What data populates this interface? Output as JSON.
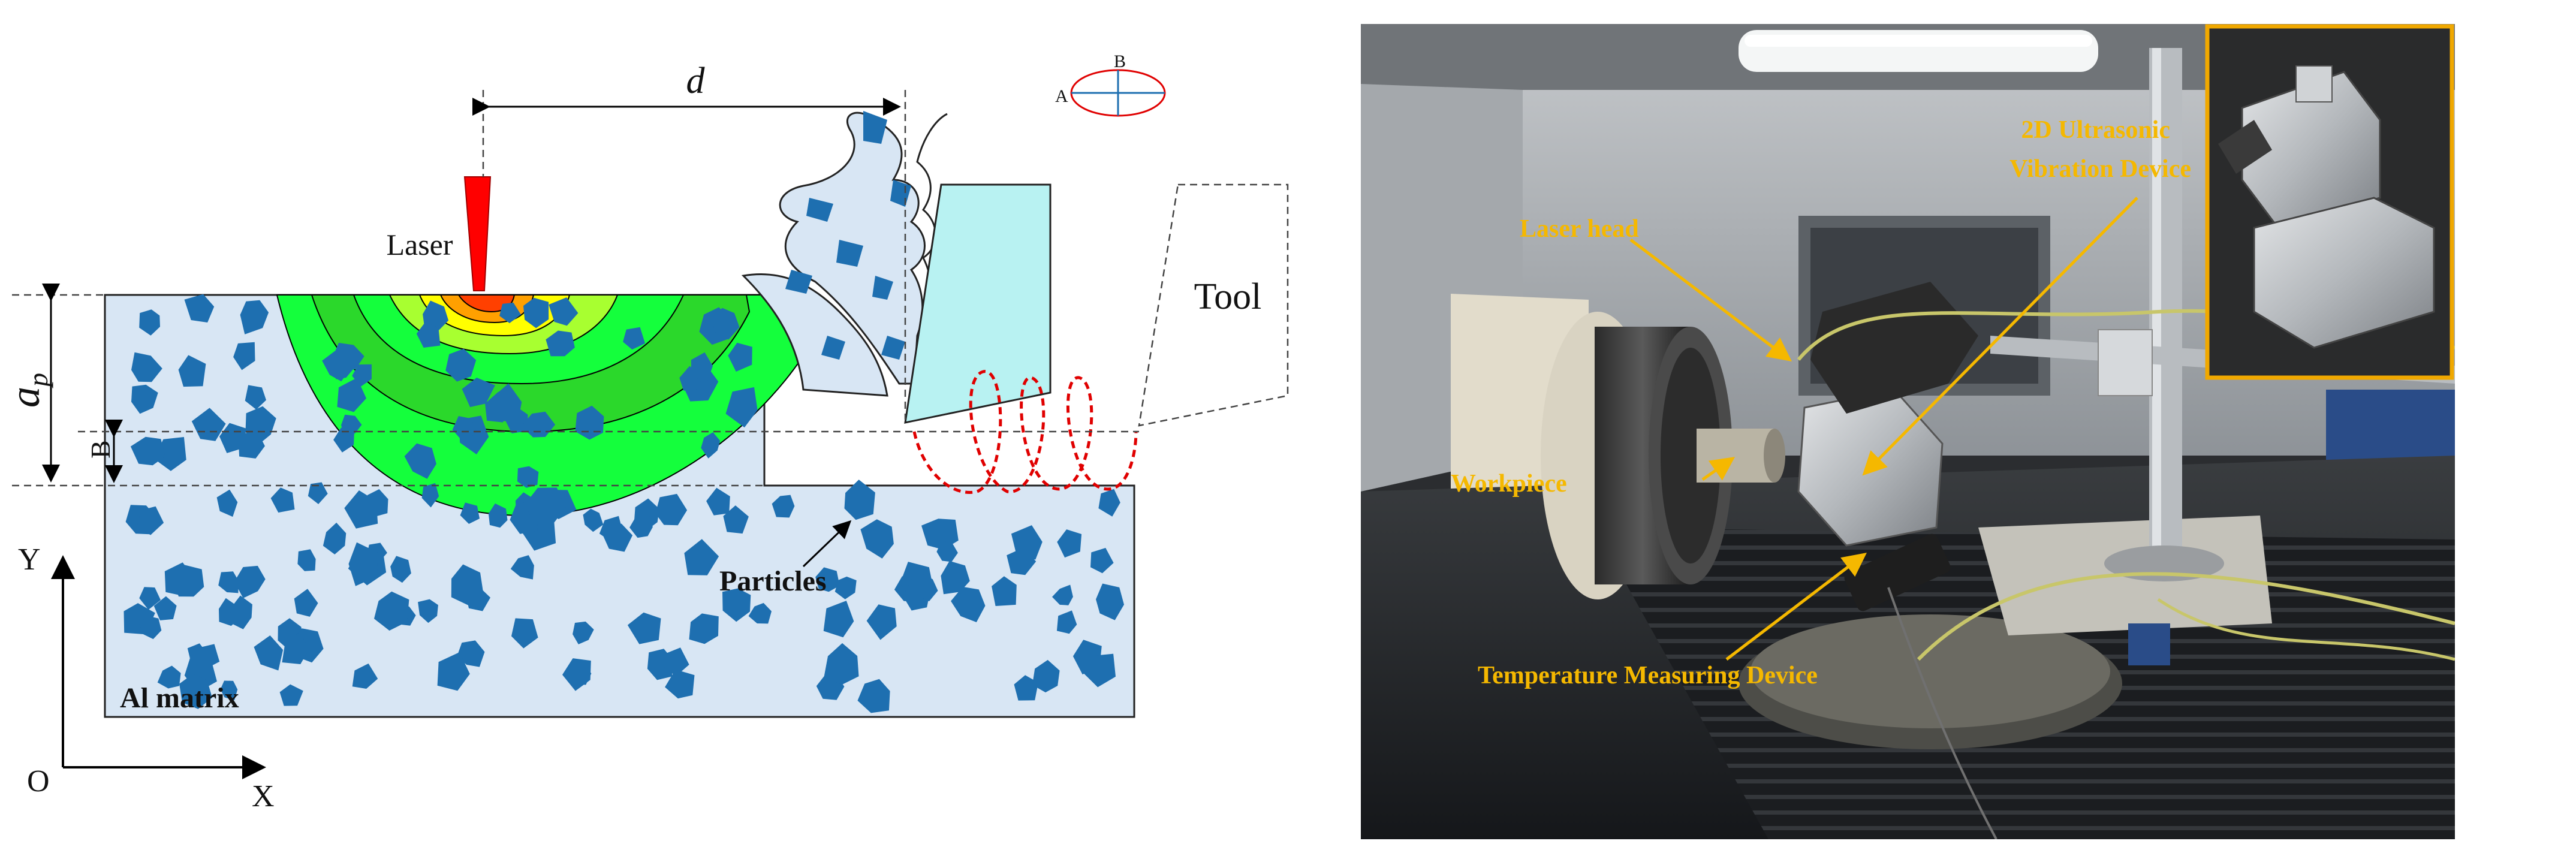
{
  "schematic": {
    "laser_label": "Laser",
    "distance_label": "d",
    "tool_label": "Tool",
    "depth_label": "a",
    "depth_subscript": "p",
    "b_label": "B",
    "particles_label": "Particles",
    "matrix_label": "Al matrix",
    "axis_y": "Y",
    "axis_x": "X",
    "origin": "O",
    "ellipse_a": "A",
    "ellipse_b": "B",
    "colors": {
      "matrix_fill": "#d8e6f4",
      "particle_fill": "#1e6fb0",
      "laser_fill": "#ff0000",
      "tool_fill": "#b8f2f2",
      "vibration_path": "#e00000",
      "heat_zones": [
        "#14ff3c",
        "#2bd82b",
        "#a8ff30",
        "#ffff00",
        "#ffa000",
        "#ff4000"
      ]
    }
  },
  "photo": {
    "labels": {
      "laser_head": "Laser head",
      "vibration_device_line1": "2D Ultrasonic",
      "vibration_device_line2": "Vibration Device",
      "workpiece": "Workpiece",
      "temperature_device": "Temperature Measuring Device"
    },
    "colors": {
      "label": "#f5b800",
      "inset_border": "#f0a800"
    }
  }
}
